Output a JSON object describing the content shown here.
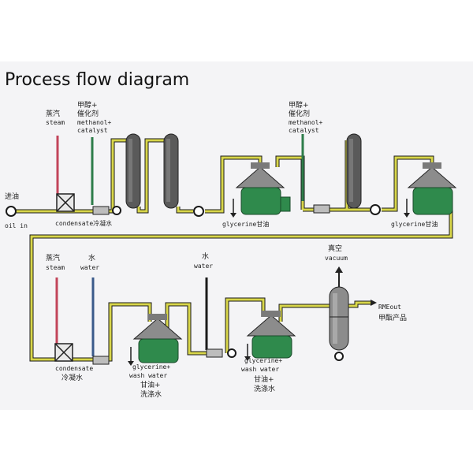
{
  "title": "Process flow diagram",
  "colors": {
    "pipe_fill": "#d8d64a",
    "pipe_outline": "#1a1a1a",
    "steam_line": "#c2445a",
    "water_line": "#3a5a8a",
    "catalyst_line": "#2e7d4a",
    "separator_body": "#2f8a4c",
    "separator_cone": "#8c8c8c",
    "column": "#5a5a5a",
    "background": "#f4f4f6"
  },
  "labels": {
    "inlet_cn": "进油",
    "inlet_en": "oil in",
    "steam1_cn": "蒸汽",
    "steam1_en": "steam",
    "methanol1_cn1": "甲醇+",
    "methanol1_cn2": "催化剂",
    "methanol1_en1": "methanol+",
    "methanol1_en2": "catalyst",
    "condensate1": "condensate冷凝水",
    "glycerine1": "glycerine甘油",
    "methanol2_cn1": "甲醇+",
    "methanol2_cn2": "催化剂",
    "methanol2_en1": "methanol+",
    "methanol2_en2": "catalyst",
    "glycerine2": "glycerine甘油",
    "steam2_cn": "蒸汽",
    "steam2_en": "steam",
    "water1_cn": "水",
    "water1_en": "water",
    "water2_cn": "水",
    "water2_en": "water",
    "vacuum_cn": "真空",
    "vacuum_en": "vacuum",
    "condensate2_en": "condensate",
    "condensate2_cn": "冷凝水",
    "gw1_en1": "glycerine+",
    "gw1_en2": "wash water",
    "gw1_cn1": "甘油+",
    "gw1_cn2": "洗涤水",
    "gw2_en1": "glycerine+",
    "gw2_en2": "wash water",
    "gw2_cn1": "甘油+",
    "gw2_cn2": "洗涤水",
    "rme_en": "RMEout",
    "rme_cn": "甲酯产品"
  }
}
